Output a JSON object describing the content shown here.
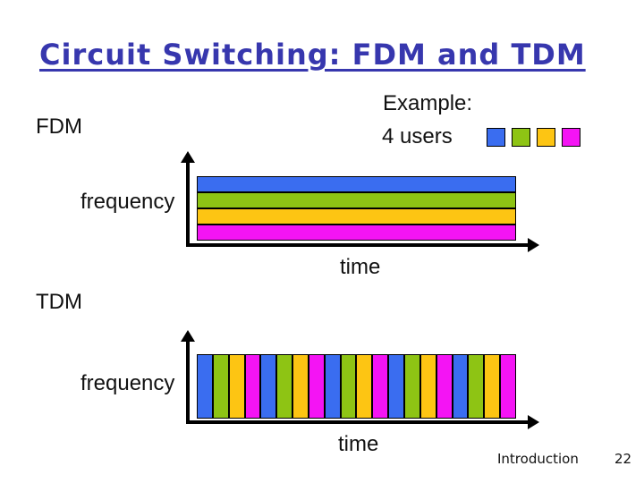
{
  "slide": {
    "title": "Circuit Switching: FDM and TDM",
    "footer_section": "Introduction",
    "footer_page": "22"
  },
  "example": {
    "label": "Example:",
    "users": "4 users"
  },
  "colors": {
    "title_blue": "#3737ae",
    "text": "#111111",
    "axis": "#000000",
    "map": {
      "blue": "#3a6df0",
      "green": "#8ec414",
      "yellow": "#fdc513",
      "magenta": "#f414f4"
    }
  },
  "legend": {
    "user_colors": [
      "blue",
      "green",
      "yellow",
      "magenta"
    ]
  },
  "fdm": {
    "label": "FDM",
    "freq_label": "frequency",
    "time_label": "time",
    "bands_top_to_bottom": [
      "blue",
      "green",
      "yellow",
      "magenta"
    ]
  },
  "tdm": {
    "label": "TDM",
    "freq_label": "frequency",
    "time_label": "time",
    "slot_pattern": [
      "blue",
      "green",
      "yellow",
      "magenta"
    ],
    "cycles": 5
  }
}
